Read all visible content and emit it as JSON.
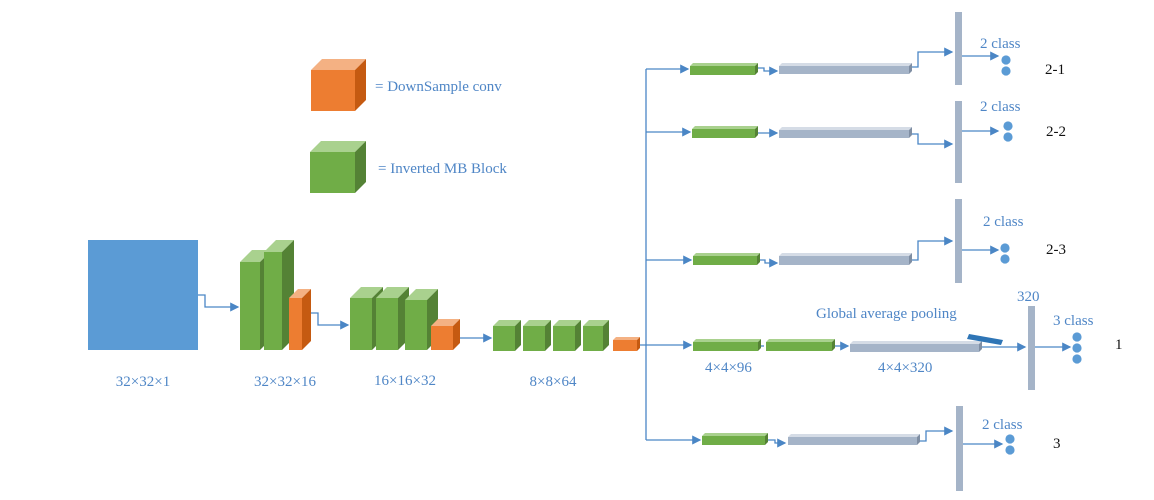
{
  "legend": {
    "downsample": "= DownSample conv",
    "inverted": "= Inverted MB Block"
  },
  "shapes": {
    "input": "32×32×1",
    "stage1": "32×32×16",
    "stage2": "16×16×32",
    "stage3": "8×8×64",
    "head_in": "4×4×96",
    "head_pool": "4×4×320"
  },
  "annotations": {
    "gap": "Global average pooling",
    "fc_size": "320"
  },
  "heads": [
    {
      "cls": "2 class",
      "id": "2-1"
    },
    {
      "cls": "2 class",
      "id": "2-2"
    },
    {
      "cls": "2 class",
      "id": "2-3"
    },
    {
      "cls": "3 class",
      "id": "1"
    },
    {
      "cls": "2 class",
      "id": "3"
    }
  ],
  "colors": {
    "input": "#5b9bd5",
    "green": "#70ad47",
    "orange": "#ed7d31",
    "fc": "#a5b4c8",
    "line": "#4a86c5"
  }
}
